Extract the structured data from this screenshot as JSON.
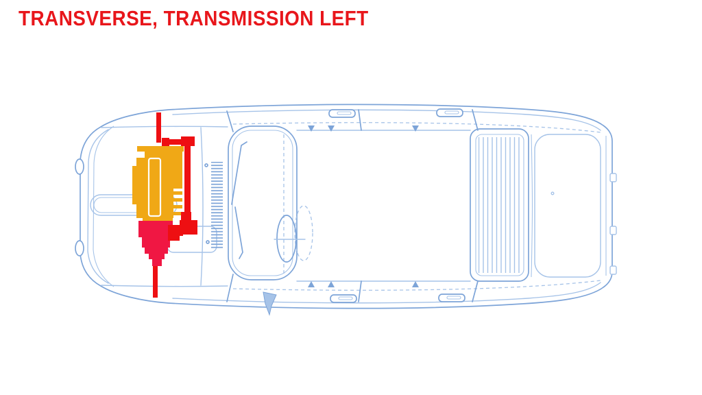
{
  "title": {
    "text": "TRANSVERSE, TRANSMISSION LEFT"
  },
  "theme": {
    "bg": "#ffffff",
    "title-color": "#e8161b",
    "blueprint": "#a6c3e8",
    "blueprint-strong": "#7da4d8",
    "engine-color": "#f0a816",
    "transmission-color": "#f01743",
    "driveline-color": "#ee0f12"
  },
  "diagram": {
    "type": "car-top-view-blueprint",
    "vehicle_orientation": "front-left",
    "highlighted_parts": [
      {
        "name": "engine-block",
        "orientation": "transverse",
        "color": "#f0a816"
      },
      {
        "name": "transmission",
        "position": "left-side",
        "color": "#f01743"
      },
      {
        "name": "drive-shafts-and-linkage",
        "color": "#ee0f12"
      }
    ]
  }
}
